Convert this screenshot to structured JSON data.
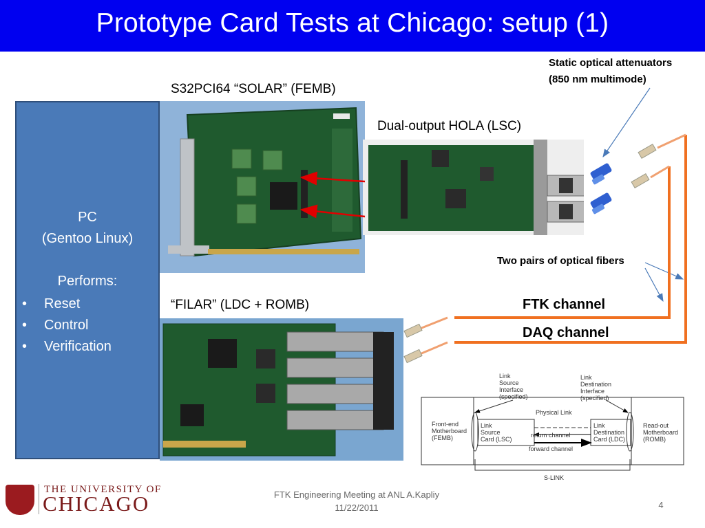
{
  "slide": {
    "title": "Prototype Card Tests at Chicago: setup (1)",
    "page_number": "4"
  },
  "pc_box": {
    "line1": "PC",
    "line2": "(Gentoo Linux)",
    "performs": "Performs:",
    "items": [
      "Reset",
      "Control",
      "Verification"
    ]
  },
  "labels": {
    "solar": "S32PCI64 “SOLAR” (FEMB)",
    "hola": "Dual-output HOLA (LSC)",
    "filar": "“FILAR” (LDC + ROMB)",
    "attenuators_line1": "Static optical attenuators",
    "attenuators_line2": "(850 nm multimode)",
    "fibers": "Two pairs of optical fibers",
    "ftk_channel": "FTK channel",
    "daq_channel": "DAQ channel"
  },
  "diagram": {
    "lsi_1": "Link",
    "lsi_2": "Source",
    "lsi_3": "Interface",
    "lsi_4": "(specified)",
    "ldi_1": "Link",
    "ldi_2": "Destination",
    "ldi_3": "Interface",
    "ldi_4": "(specified)",
    "fe_1": "Front-end",
    "fe_2": "Motherboard",
    "fe_3": "(FEMB)",
    "lsc_1": "Link",
    "lsc_2": "Source",
    "lsc_3": "Card (LSC)",
    "physical_link": "Physical Link",
    "return_channel": "return channel",
    "forward_channel": "forward channel",
    "ldc_1": "Link",
    "ldc_2": "Destination",
    "ldc_3": "Card (LDC)",
    "ro_1": "Read-out",
    "ro_2": "Motherboard",
    "ro_3": "(ROMB)",
    "slink": "S-LINK"
  },
  "footer": {
    "meeting": "FTK Engineering Meeting at ANL  A.Kapliy",
    "date": "11/22/2011",
    "logo_line1": "THE UNIVERSITY OF",
    "logo_line2": "CHICAGO"
  },
  "colors": {
    "title_bg": "#0000f0",
    "pc_box": "#4a7ab8",
    "fiber_orange": "#f07020",
    "arrow_red": "#e00000",
    "arrow_blue": "#4a7ab8",
    "logo_maroon": "#7a1a1a"
  }
}
